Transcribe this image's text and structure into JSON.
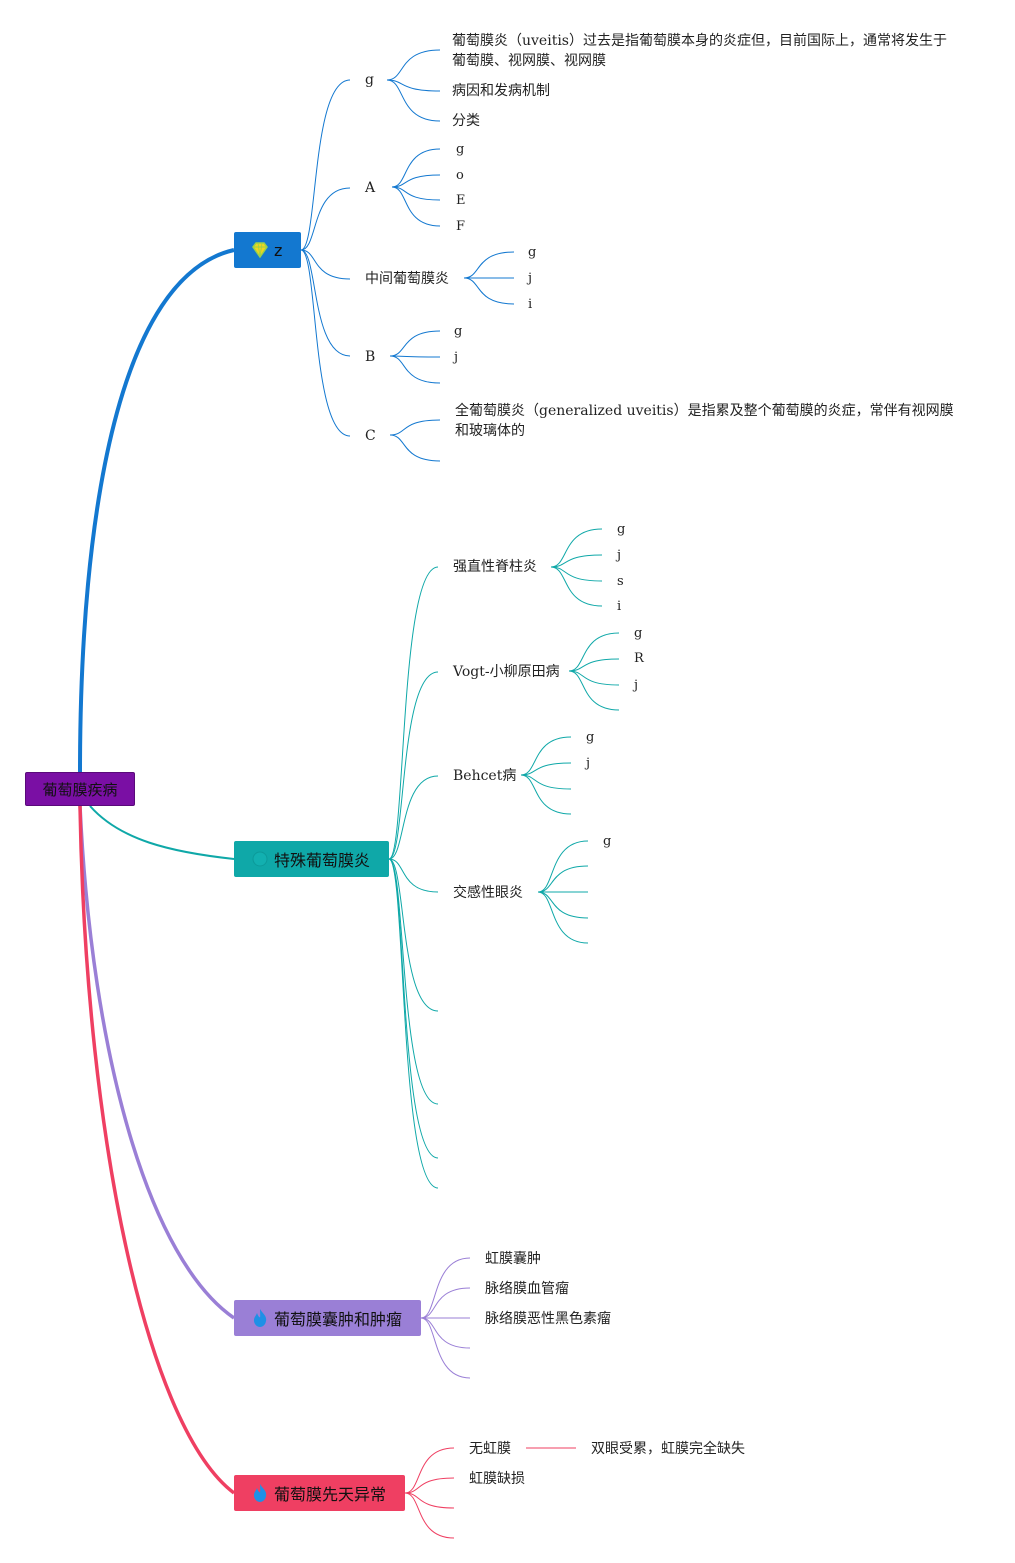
{
  "root": {
    "label": "葡萄膜疾病",
    "color": "#7a0fa4"
  },
  "branches": {
    "b1": {
      "label": "z",
      "icon": "diamond-icon",
      "color": "#1378d0",
      "children": {
        "c1": {
          "label": "g",
          "sub": [
            "葡萄膜炎（uveitis）过去是指葡萄膜本身的炎症但，目前国际上，通常将发生于葡萄膜、视网膜、视网膜",
            "病因和发病机制",
            "分类"
          ]
        },
        "c2": {
          "label": "A",
          "sub": [
            "g",
            "o",
            "E",
            "F"
          ]
        },
        "c3": {
          "label": "中间葡萄膜炎",
          "sub": [
            "g",
            "j",
            "i"
          ]
        },
        "c4": {
          "label": "B",
          "sub": [
            "g",
            "j"
          ]
        },
        "c5": {
          "label": "C",
          "sub": [
            "全葡萄膜炎（generalized uveitis）是指累及整个葡萄膜的炎症，常伴有视网膜和玻璃体的"
          ]
        }
      }
    },
    "b2": {
      "label": "特殊葡萄膜炎",
      "icon": "circle-icon",
      "color": "#0fa8a8",
      "children": {
        "c1": {
          "label": "强直性脊柱炎",
          "sub": [
            "g",
            "j",
            "s",
            "i"
          ]
        },
        "c2": {
          "label": "Vogt-小柳原田病",
          "sub": [
            "g",
            "R",
            "j"
          ]
        },
        "c3": {
          "label": "Behcet病",
          "sub": [
            "g",
            "j"
          ]
        },
        "c4": {
          "label": "交感性眼炎",
          "sub": [
            "g"
          ]
        }
      }
    },
    "b3": {
      "label": "葡萄膜囊肿和肿瘤",
      "icon": "flame-icon",
      "color": "#9a7fd6",
      "children": [
        "虹膜囊肿",
        "脉络膜血管瘤",
        "脉络膜恶性黑色素瘤"
      ]
    },
    "b4": {
      "label": "葡萄膜先天异常",
      "icon": "flame-icon",
      "color": "#ef3f62",
      "children": {
        "c1": {
          "label": "无虹膜",
          "note": "双眼受累，虹膜完全缺失"
        },
        "c2": {
          "label": "虹膜缺损"
        }
      }
    }
  }
}
